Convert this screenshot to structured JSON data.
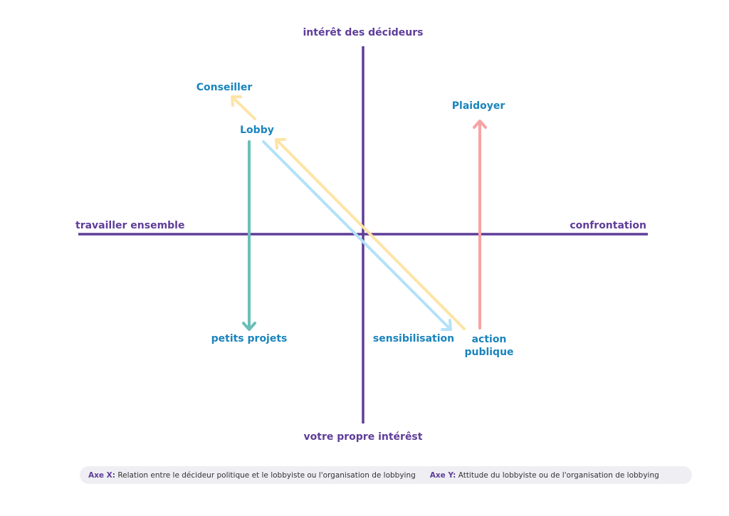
{
  "axes": {
    "top": "intérêt des décideurs",
    "bottom": "votre propre intérêst",
    "left": "travailler ensemble",
    "right": "confrontation"
  },
  "nodes": {
    "conseiller": "Conseiller",
    "lobby": "Lobby",
    "plaidoyer": "Plaidoyer",
    "petits_projets": "petits projets",
    "sensibilisation": "sensibilisation",
    "action_publique_line1": "action",
    "action_publique_line2": "publique"
  },
  "arrows": [
    {
      "from": "Lobby",
      "to": "Conseiller",
      "color": "#fde4a6"
    },
    {
      "from": "Lobby",
      "to": "petits projets",
      "color": "#6bbfb8"
    },
    {
      "from": "Lobby",
      "to": "sensibilisation",
      "color": "#b3e2f8"
    },
    {
      "from": "action publique",
      "to": "Lobby",
      "color": "#fde4a6"
    },
    {
      "from": "action publique",
      "to": "Plaidoyer",
      "color": "#f8a3a3"
    }
  ],
  "colors": {
    "axis": "#5f3d99",
    "label_blue": "#1a84bd",
    "legend_bg": "#efeff3"
  },
  "legend": {
    "x_key": "Axe X:",
    "x_text": "Relation entre le décideur politique et le lobbyiste ou l'organisation de lobbying",
    "y_key": "Axe Y:",
    "y_text": "Attitude du lobbyiste ou de l'organisation de lobbying"
  }
}
